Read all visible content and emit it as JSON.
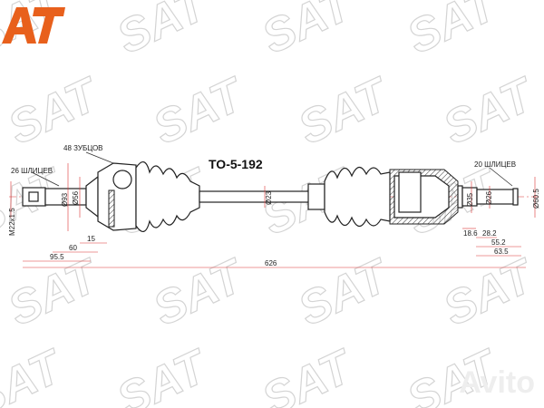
{
  "watermark": "SAT",
  "part_number": "TO-5-192",
  "labels": {
    "teeth": "48 ЗУБЦОВ",
    "splines_left": "26 ШЛИЦЕВ",
    "splines_right": "20 ШЛИЦЕВ",
    "thread": "M22x1.5"
  },
  "diameters": {
    "d1": "Ø93",
    "d2": "Ø56",
    "d3": "Ø23",
    "d4": "Ø35",
    "d5": "Ø26",
    "d6": "Ø60.5"
  },
  "lengths": {
    "l15": "15",
    "l60": "60",
    "l95": "95.5",
    "total": "626",
    "r18": "18.6",
    "r28": "28.2",
    "r55": "55.2",
    "r63": "63.5"
  },
  "logo": {
    "text": "AT",
    "color": "#e8601c"
  },
  "avito_watermark": "Avito"
}
